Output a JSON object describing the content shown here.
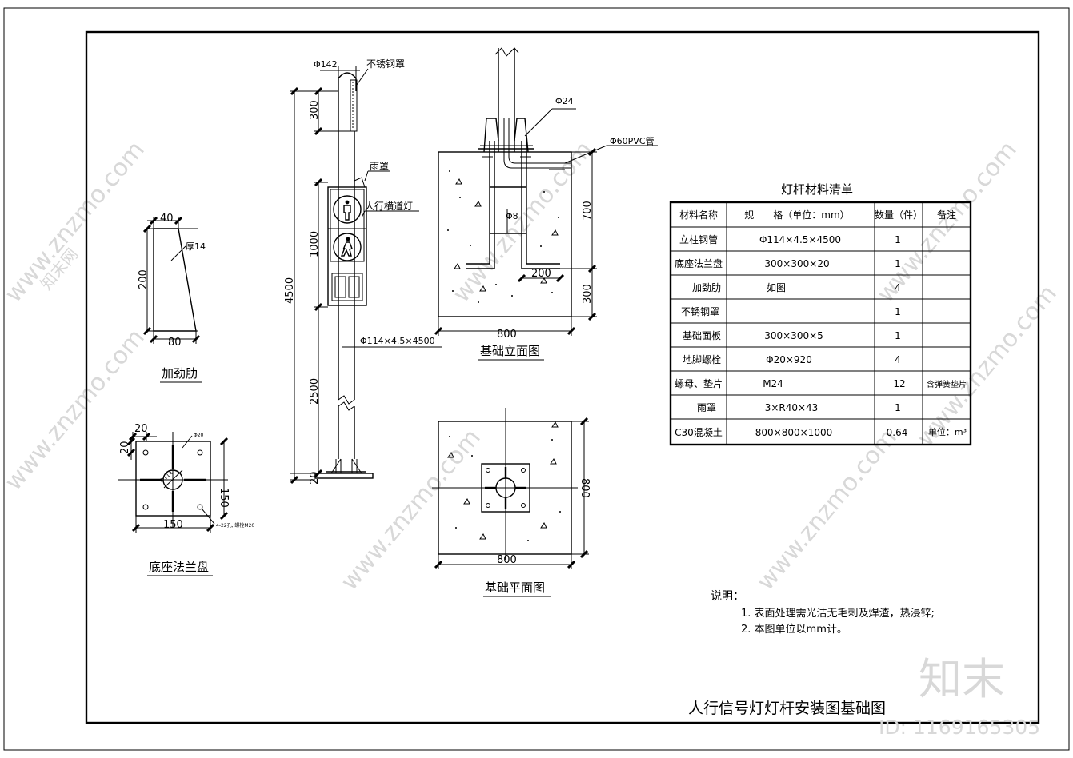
{
  "drawing_title": "人行信号灯灯杆安装图基础图",
  "pole": {
    "dim_top_dia": "Φ142",
    "cover_label": "不锈钢罩",
    "rain_label": "雨罩",
    "crossing_label": "人行横道灯",
    "pipe_label": "Φ114×4.5×4500",
    "dims": [
      "300",
      "1000",
      "4500",
      "2500",
      "20"
    ]
  },
  "rib": {
    "title": "加劲肋",
    "top": "40",
    "height": "200",
    "bottom": "80",
    "thickness": "厚14"
  },
  "flange": {
    "title": "底座法兰盘",
    "dim_20a": "20",
    "dim_20b": "20",
    "dim_150h": "150",
    "dim_150v": "150",
    "note_top": "Φ20",
    "note_center": "Φ114",
    "note_holes": "4-22孔, 螺栓M20"
  },
  "elevation": {
    "title": "基础立面图",
    "dim_24": "Φ24",
    "pvc": "Φ60PVC管",
    "dim_8": "Φ8",
    "dim_700": "700",
    "dim_200": "200",
    "dim_300": "300",
    "dim_800": "800"
  },
  "plan": {
    "title": "基础平面图",
    "dim_800h": "800",
    "dim_800v": "800"
  },
  "materials": {
    "title": "灯杆材料清单",
    "headers": [
      "材料名称",
      "规　　格（单位：mm）",
      "数量（件）",
      "备注"
    ],
    "rows": [
      [
        "立柱钢管",
        "Φ114×4.5×4500",
        "1",
        ""
      ],
      [
        "底座法兰盘",
        "300×300×20",
        "1",
        ""
      ],
      [
        "加劲肋",
        "如图",
        "4",
        ""
      ],
      [
        "不锈钢罩",
        "",
        "1",
        ""
      ],
      [
        "基础面板",
        "300×300×5",
        "1",
        ""
      ],
      [
        "地脚螺栓",
        "Φ20×920",
        "4",
        ""
      ],
      [
        "螺母、垫片",
        "M24",
        "12",
        "含弹簧垫片"
      ],
      [
        "雨罩",
        "3×R40×43",
        "1",
        ""
      ],
      [
        "C30混凝土",
        "800×800×1000",
        "0.64",
        "单位：m³"
      ]
    ]
  },
  "notes": {
    "heading": "说明：",
    "items": [
      "1. 表面处理需光洁无毛刺及焊渣，热浸锌;",
      "2. 本图单位以mm计。"
    ]
  },
  "watermark": {
    "site": "www.znzmo.com",
    "brand": "知末网",
    "logo": "知末",
    "id_text": "ID: 1169165305"
  }
}
